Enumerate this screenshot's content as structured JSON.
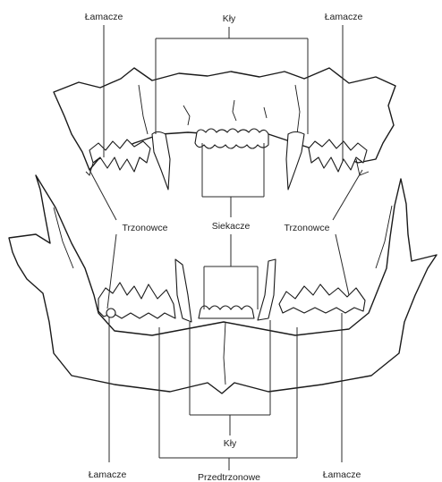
{
  "labels": {
    "top_left_carnassial": "Łamacze",
    "top_canines": "Kły",
    "top_right_carnassial": "Łamacze",
    "left_molars": "Trzonowce",
    "incisors": "Siekacze",
    "right_molars": "Trzonowce",
    "bottom_canines": "Kły",
    "bottom_left_carnassial": "Łamacze",
    "premolars": "Przedtrzonowe",
    "bottom_right_carnassial": "Łamacze"
  },
  "colors": {
    "line": "#2a2a2a",
    "background": "#ffffff"
  }
}
